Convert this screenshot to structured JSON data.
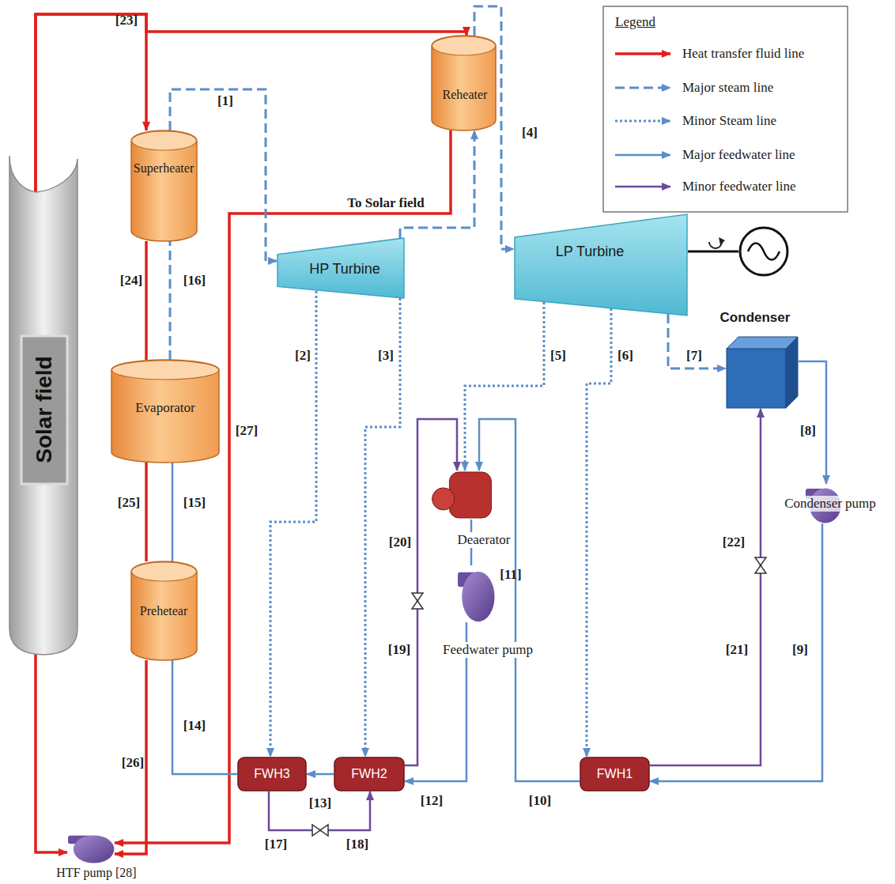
{
  "diagram": {
    "nodes": [
      {
        "text": [
          "Solar field"
        ]
      },
      {
        "text": [
          "Superheater"
        ]
      },
      {
        "text": [
          "Evaporator"
        ]
      },
      {
        "text": [
          "Prehetear"
        ]
      },
      {
        "text": [
          "Reheater"
        ]
      },
      {
        "text": [
          "HP Turbine"
        ]
      },
      {
        "text": [
          "LP Turbine"
        ]
      },
      {
        "text": [
          "Condenser"
        ]
      },
      {
        "text": [
          "Condenser pump"
        ]
      },
      {
        "text": [
          "Deaerator"
        ]
      },
      {
        "text": [
          "Feedwater pump"
        ]
      },
      {
        "text": [
          "FWH3"
        ]
      },
      {
        "text": [
          "FWH2"
        ]
      },
      {
        "text": [
          "FWH1"
        ]
      },
      {
        "text": [
          "HTF pump [28]"
        ]
      }
    ],
    "edges": [
      {
        "from": 0,
        "to": 1,
        "arrow": "to",
        "label": "[23]"
      },
      {
        "from": 0,
        "to": 4,
        "arrow": "to"
      },
      {
        "from": 1,
        "to": 2,
        "arrow": "none",
        "label": "[24]"
      },
      {
        "from": 2,
        "to": 3,
        "arrow": "none",
        "label": "[25]"
      },
      {
        "from": 3,
        "to": 14,
        "arrow": "to",
        "label": "[26]"
      },
      {
        "from": 4,
        "to": 14,
        "arrow": "to",
        "label": "To Solar field"
      },
      {
        "from": 0,
        "to": 14,
        "arrow": "to"
      },
      {
        "from": 1,
        "to": 5,
        "arrow": "to",
        "label": "[1]"
      },
      {
        "from": 2,
        "to": 1,
        "arrow": "none",
        "label": "[16]"
      },
      {
        "from": 3,
        "to": 2,
        "arrow": "none",
        "label": "[15]"
      },
      {
        "from": 11,
        "to": 3,
        "arrow": "none",
        "label": "[14]"
      },
      {
        "from": 5,
        "to": 4,
        "arrow": "to"
      },
      {
        "from": 4,
        "to": 6,
        "arrow": "to",
        "label": "[4]"
      },
      {
        "from": 5,
        "to": 11,
        "arrow": "to",
        "label": "[2]"
      },
      {
        "from": 5,
        "to": 12,
        "arrow": "to",
        "label": "[3]"
      },
      {
        "from": 6,
        "to": 9,
        "arrow": "to",
        "label": "[5]"
      },
      {
        "from": 6,
        "to": 13,
        "arrow": "to",
        "label": "[6]"
      },
      {
        "from": 6,
        "to": 7,
        "arrow": "to",
        "label": "[7]"
      },
      {
        "from": 7,
        "to": 8,
        "arrow": "to",
        "label": "[8]"
      },
      {
        "from": 8,
        "to": 13,
        "arrow": "to",
        "label": "[9]"
      },
      {
        "from": 13,
        "to": 9,
        "arrow": "to",
        "label": "[10]"
      },
      {
        "from": 9,
        "to": 10,
        "arrow": "none",
        "label": "[11]"
      },
      {
        "from": 10,
        "to": 12,
        "arrow": "to",
        "label": "[12]"
      },
      {
        "from": 12,
        "to": 11,
        "arrow": "to",
        "label": "[13]"
      },
      {
        "from": 11,
        "to": 12,
        "arrow": "to",
        "label": "[17]"
      },
      {
        "from": 12,
        "to": 9,
        "arrow": "to",
        "label": "[19]"
      },
      {
        "from": 13,
        "to": 7,
        "arrow": "to",
        "label": "[21]"
      }
    ],
    "labels": [
      "Legend",
      "[27]",
      "[18]",
      "[20]",
      "[22]"
    ],
    "legend": [
      {
        "text": "Heat transfer fluid line"
      },
      {
        "text": "Major steam line"
      },
      {
        "text": "Minor Steam line"
      },
      {
        "text": "Major feedwater line"
      },
      {
        "text": "Minor feedwater line"
      }
    ]
  }
}
